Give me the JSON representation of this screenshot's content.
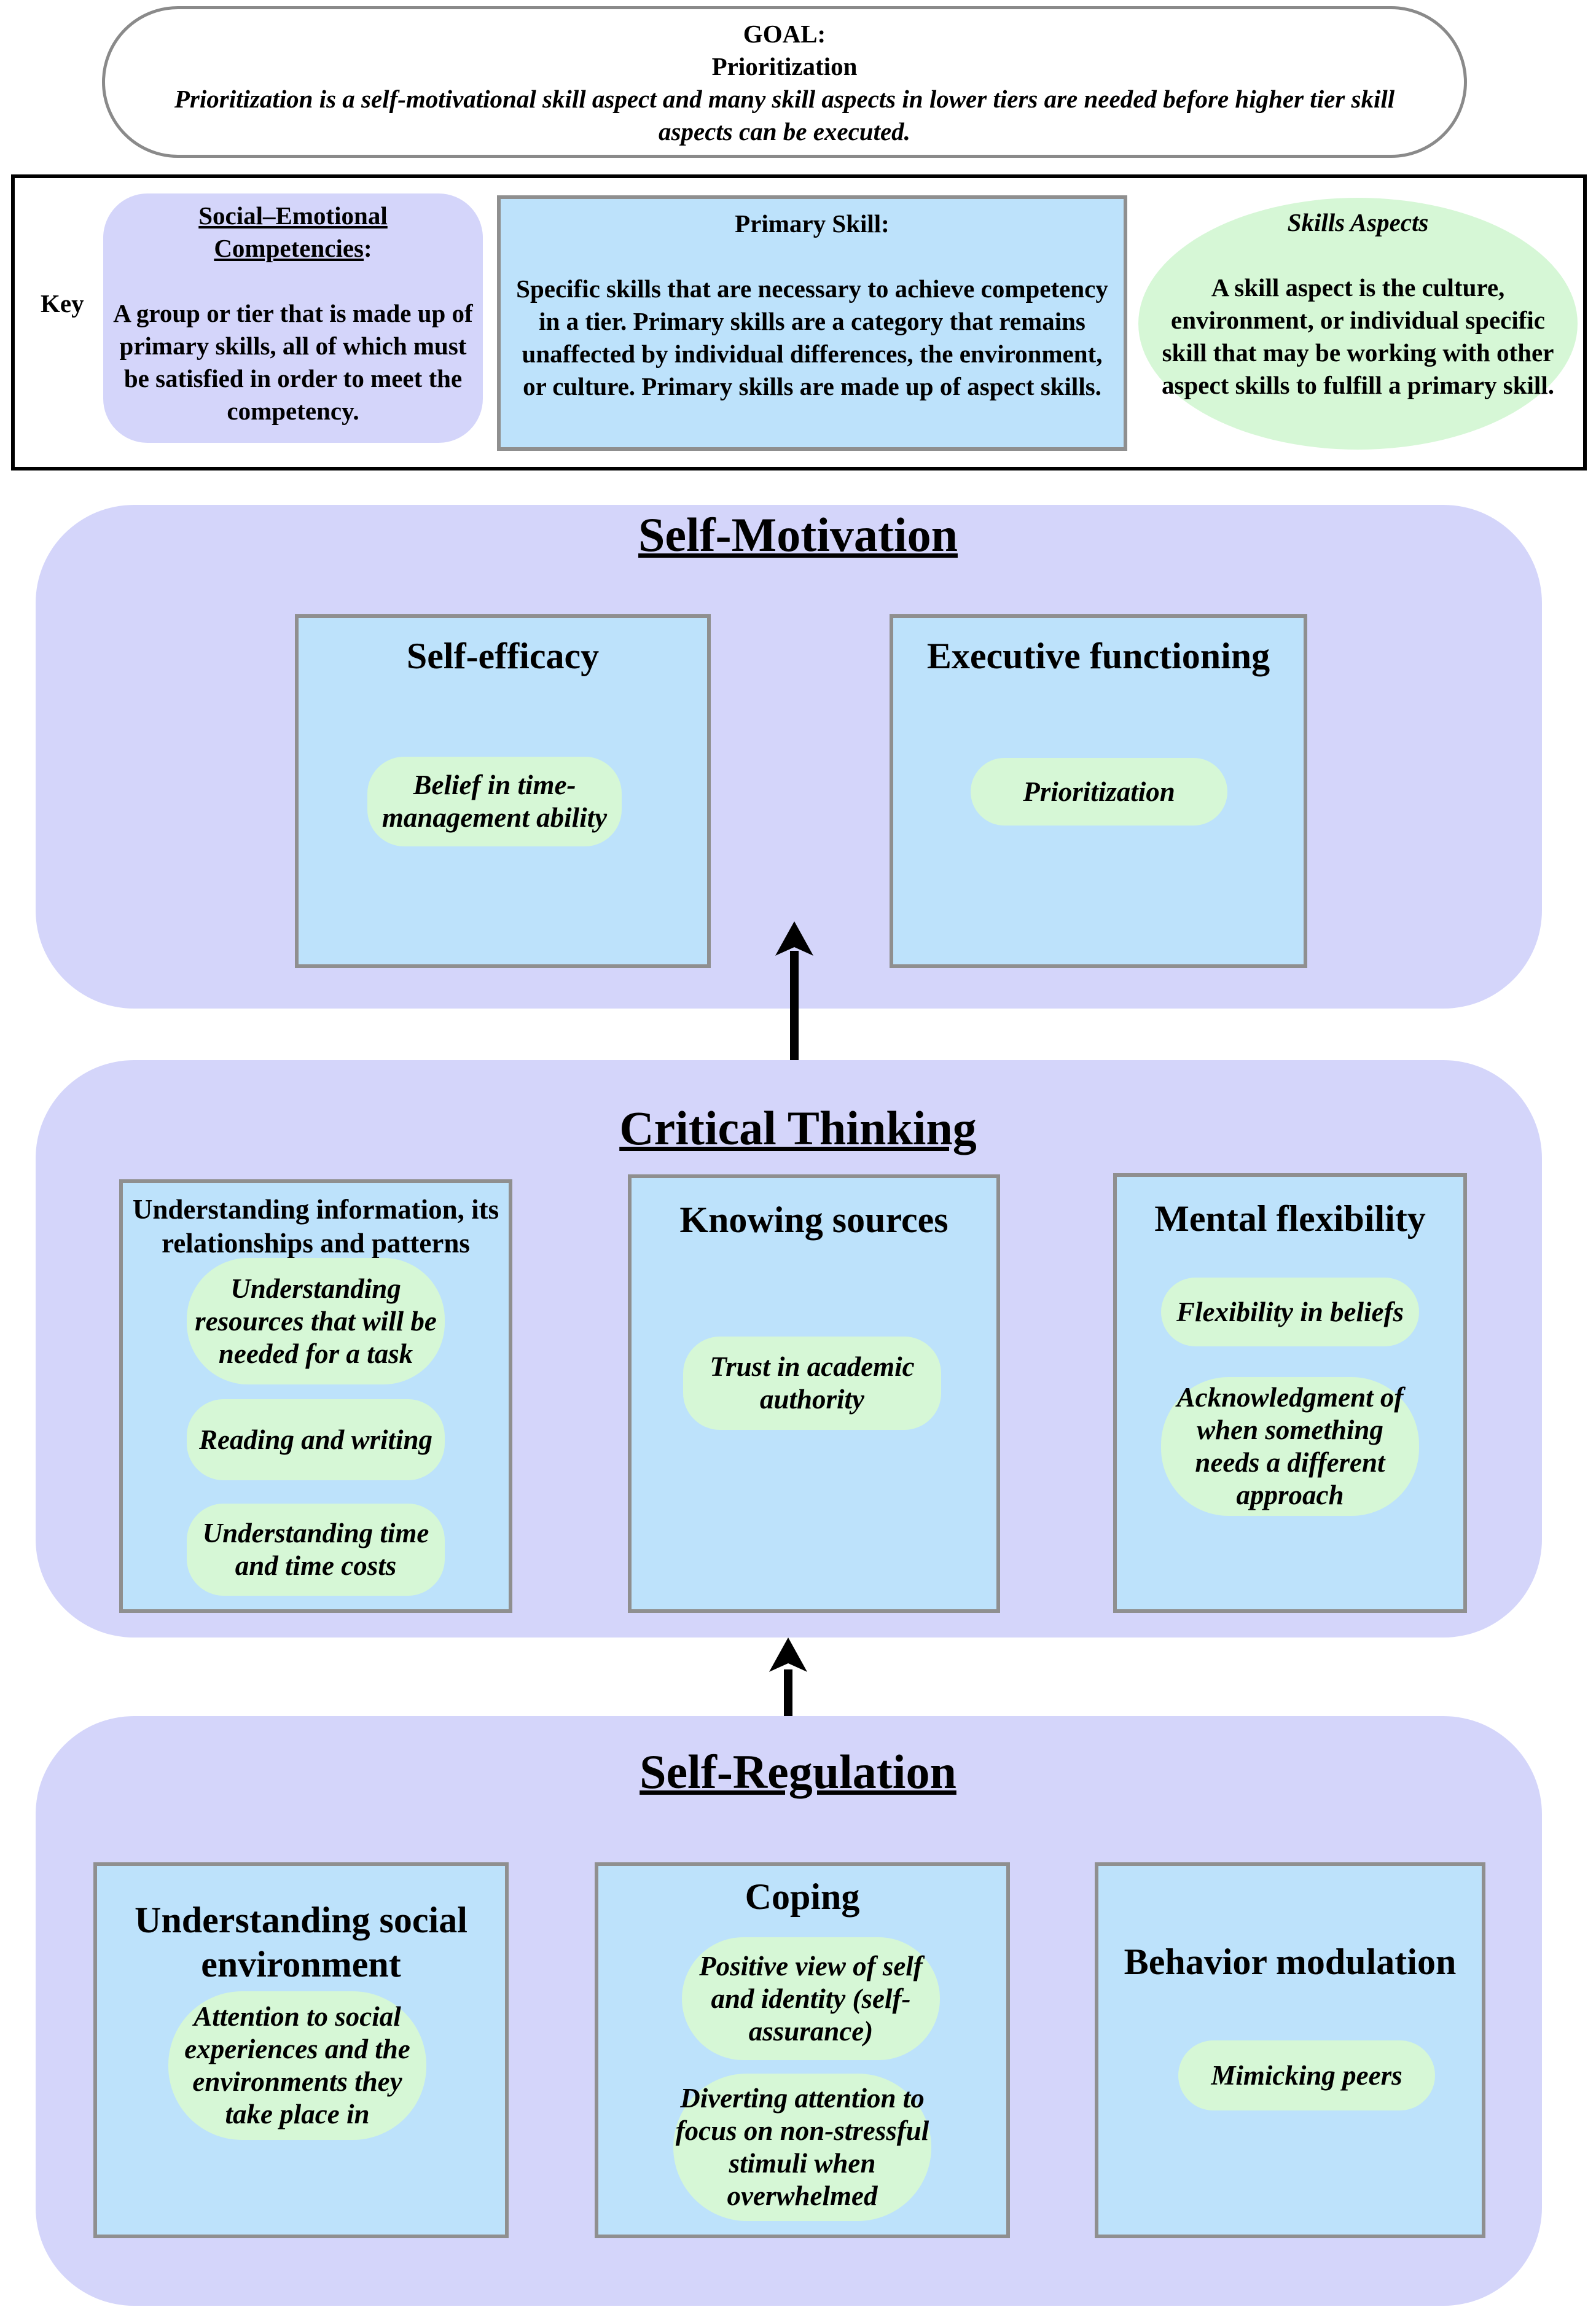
{
  "goal": {
    "label": "GOAL:",
    "title": "Prioritization",
    "statement": "Prioritization is a self-motivational skill aspect and many skill aspects in lower tiers are needed before higher tier skill aspects can be executed."
  },
  "key": {
    "label": "Key",
    "competencies": {
      "title_line1": "Social–Emotional",
      "title_line2": "Competencies",
      "colon": ":",
      "text": "A group or tier that is made up of primary skills, all of which must be satisfied in order to meet the competency."
    },
    "primary": {
      "title": "Primary Skill:",
      "text": "Specific skills that are necessary to achieve competency in a tier. Primary skills are a category that remains unaffected by individual differences, the environment, or culture. Primary skills are made up of aspect skills."
    },
    "aspects": {
      "title": "Skills Aspects",
      "text": "A skill aspect is the culture, environment, or individual specific skill that may be working with other aspect skills to fulfill a primary skill."
    }
  },
  "tiers": {
    "self_motivation": {
      "title": "Self-Motivation",
      "skills": [
        {
          "title": "Self-efficacy",
          "aspects": [
            "Belief in time-management ability"
          ]
        },
        {
          "title": "Executive functioning",
          "aspects": [
            "Prioritization"
          ]
        }
      ]
    },
    "critical_thinking": {
      "title": "Critical Thinking",
      "skills": [
        {
          "title": "Understanding information, its relationships and patterns",
          "aspects": [
            "Understanding resources that will be needed for a task",
            "Reading and writing",
            "Understanding time and time costs"
          ]
        },
        {
          "title": "Knowing sources",
          "aspects": [
            "Trust in academic authority"
          ]
        },
        {
          "title": "Mental flexibility",
          "aspects": [
            "Flexibility in beliefs",
            "Acknowledgment of when something needs a different approach"
          ]
        }
      ]
    },
    "self_regulation": {
      "title": "Self-Regulation",
      "skills": [
        {
          "title": "Understanding social environment",
          "aspects": [
            "Attention to social experiences and the environments they take place in"
          ]
        },
        {
          "title": "Coping",
          "aspects": [
            "Positive view of self and identity (self-assurance)",
            "Diverting attention to focus on non-stressful stimuli when overwhelmed"
          ]
        },
        {
          "title": "Behavior modulation",
          "aspects": [
            "Mimicking peers"
          ]
        }
      ]
    }
  },
  "colors": {
    "tier_fill": "#d4d5fa",
    "primary_fill": "#bde2fb",
    "primary_border": "#8f8f8f",
    "aspect_fill": "#d6f7d6",
    "arrow": "#000000"
  }
}
